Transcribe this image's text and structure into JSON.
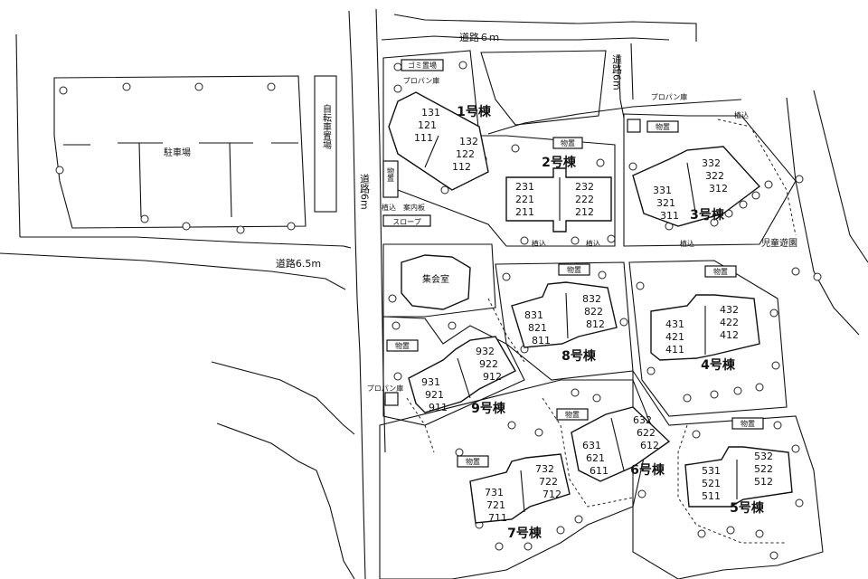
{
  "roads": {
    "top": "道路６ｍ",
    "top_right": "道路6m",
    "center": "道路6m",
    "left": "道路6.5m"
  },
  "facilities": {
    "parking": "駐車場",
    "bicycle": "自転車置場",
    "garbage": "ゴミ置場",
    "propane": "プロパン庫",
    "storage": "物置",
    "guide_board": "案内板",
    "slope": "スロープ",
    "meeting_hall": "集会室",
    "playground": "児童遊園",
    "entry": "植込"
  },
  "buildings": [
    {
      "name": "1号棟",
      "rooms_a": [
        "131",
        "121",
        "111"
      ],
      "rooms_b": [
        "132",
        "122",
        "112"
      ]
    },
    {
      "name": "2号棟",
      "rooms_a": [
        "231",
        "221",
        "211"
      ],
      "rooms_b": [
        "232",
        "222",
        "212"
      ]
    },
    {
      "name": "3号棟",
      "rooms_a": [
        "331",
        "321",
        "311"
      ],
      "rooms_b": [
        "332",
        "322",
        "312"
      ]
    },
    {
      "name": "4号棟",
      "rooms_a": [
        "431",
        "421",
        "411"
      ],
      "rooms_b": [
        "432",
        "422",
        "412"
      ]
    },
    {
      "name": "5号棟",
      "rooms_a": [
        "531",
        "521",
        "511"
      ],
      "rooms_b": [
        "532",
        "522",
        "512"
      ]
    },
    {
      "name": "6号棟",
      "rooms_a": [
        "631",
        "621",
        "611"
      ],
      "rooms_b": [
        "632",
        "622",
        "612"
      ]
    },
    {
      "name": "7号棟",
      "rooms_a": [
        "731",
        "721",
        "711"
      ],
      "rooms_b": [
        "732",
        "722",
        "712"
      ]
    },
    {
      "name": "8号棟",
      "rooms_a": [
        "831",
        "821",
        "811"
      ],
      "rooms_b": [
        "832",
        "822",
        "812"
      ]
    },
    {
      "name": "9号棟",
      "rooms_a": [
        "931",
        "921",
        "911"
      ],
      "rooms_b": [
        "932",
        "922",
        "912"
      ]
    }
  ]
}
